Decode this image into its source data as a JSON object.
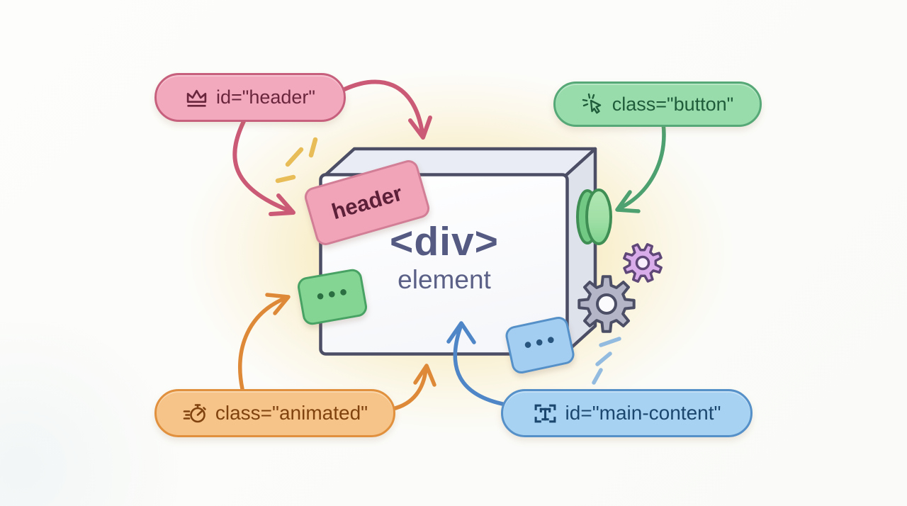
{
  "box": {
    "tag": "<div>",
    "caption": "element"
  },
  "pills": {
    "header": {
      "icon": "crown-icon",
      "text": "id=\"header\""
    },
    "button": {
      "icon": "cursor-click-icon",
      "text": "class=\"button\""
    },
    "animated": {
      "icon": "stopwatch-icon",
      "text": "class=\"animated\""
    },
    "main_content": {
      "icon": "text-selection-icon",
      "text": "id=\"main-content\""
    }
  },
  "stickers": {
    "header_tag": {
      "text": "header"
    },
    "left_dots": {
      "text": "•••"
    },
    "bottom_dots": {
      "text": "•••"
    }
  },
  "colors": {
    "pink": {
      "fill": "#f3a9bd",
      "border": "#c6607d",
      "text": "#69263d",
      "arrow": "#cb5a76"
    },
    "green": {
      "fill": "#99dcac",
      "border": "#56a877",
      "text": "#1f5c39",
      "arrow": "#4da06f"
    },
    "orange": {
      "fill": "#f6c488",
      "border": "#e1903d",
      "text": "#80430f",
      "arrow": "#de8938"
    },
    "blue": {
      "fill": "#a8d2f2",
      "border": "#5590c8",
      "text": "#1b466e",
      "arrow": "#4e86c7"
    },
    "box": {
      "front": "#fdfdfe",
      "top": "#e9ecf4",
      "side": "#dee2eb",
      "stroke": "#4c4e66",
      "text": "#545a82"
    },
    "header_tag": {
      "fill": "#f1a3b8",
      "border": "#d27e96",
      "text": "#5c2038"
    },
    "badge_green": {
      "fill": "#84d593",
      "border": "#48a263",
      "dots": "#2b6e41"
    },
    "badge_blue": {
      "fill": "#a3cef2",
      "border": "#5591c8",
      "dots": "#27557d"
    },
    "cylinder": {
      "light": "#a8e3ab",
      "dark": "#72c984",
      "stroke": "#3f8f55"
    },
    "gear_large": {
      "fill": "#b4b6c8",
      "stroke": "#4c4e66"
    },
    "gear_small": {
      "fill": "#d9ade9",
      "stroke": "#5f4878"
    },
    "sparkle_yellow": "#e8bc56",
    "sparkle_blue": "#93bbdf",
    "glow": "#f8ecc2"
  }
}
